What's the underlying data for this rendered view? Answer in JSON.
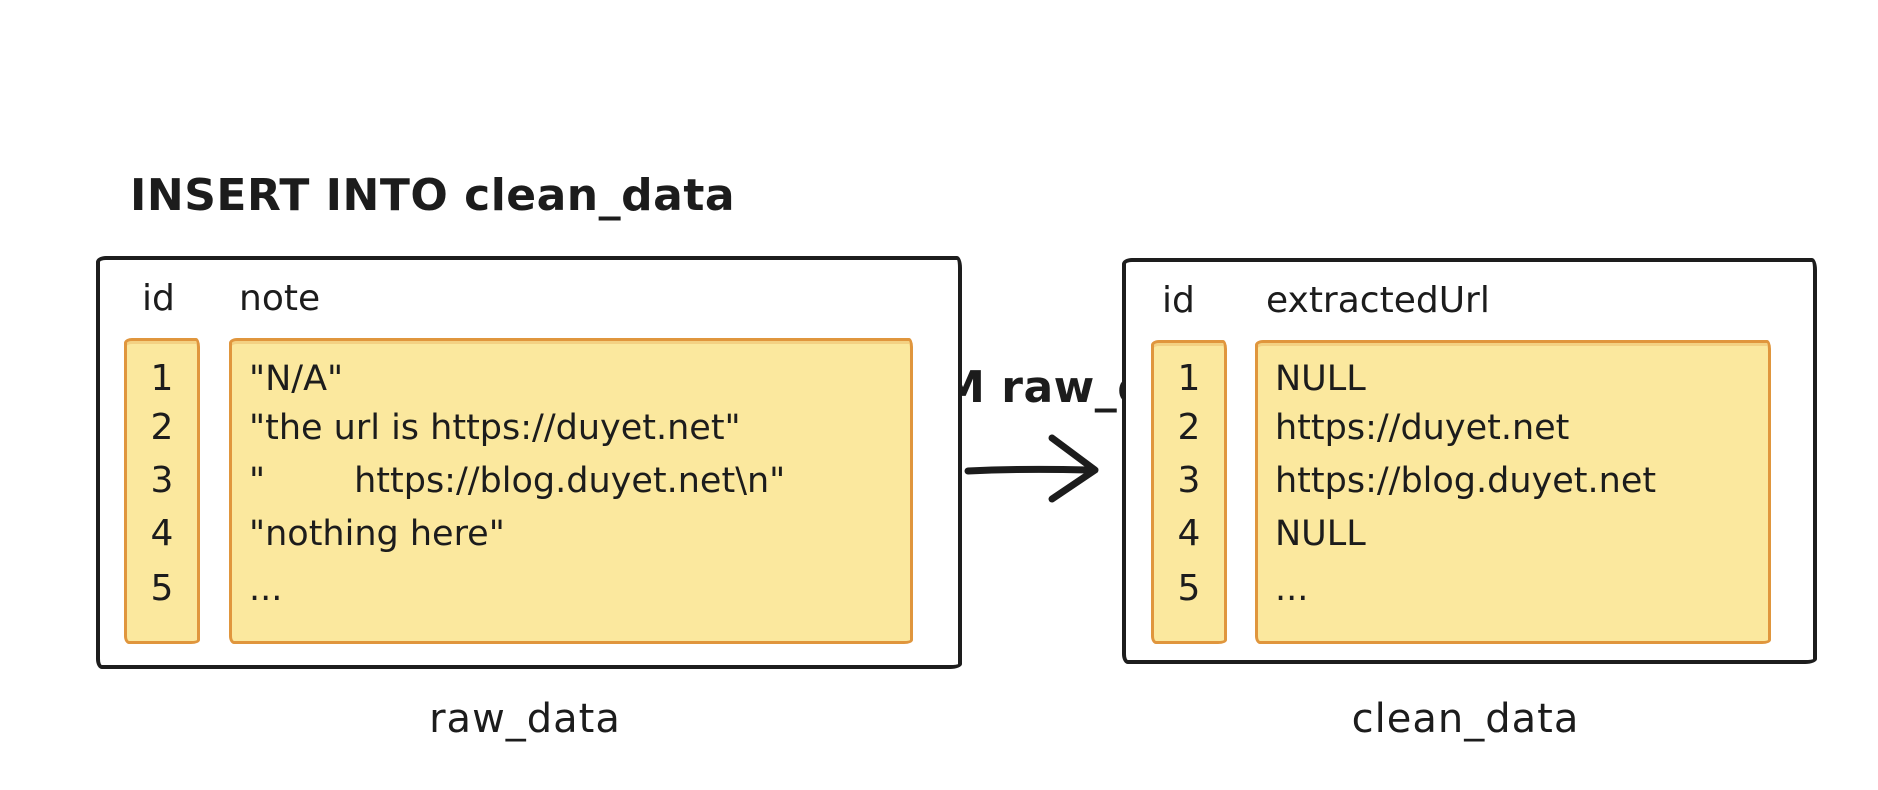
{
  "sql": {
    "line1": "INSERT INTO clean_data",
    "line2": "SELECT id, extractUrl(note) FROM raw_data"
  },
  "colors": {
    "ink": "#1c1c1c",
    "cell_fill": "#FBE89E",
    "cell_stroke": "#E0963D"
  },
  "arrow": {
    "icon": "right-arrow"
  },
  "tables": [
    {
      "name": "raw_data",
      "columns": [
        "id",
        "note"
      ],
      "rows": [
        {
          "id": "1",
          "value": "\"N/A\""
        },
        {
          "id": "2",
          "value": "\"the url is https://duyet.net\""
        },
        {
          "id": "3",
          "value": "\"        https://blog.duyet.net\\n\""
        },
        {
          "id": "4",
          "value": "\"nothing here\""
        },
        {
          "id": "5",
          "value": "..."
        }
      ]
    },
    {
      "name": "clean_data",
      "columns": [
        "id",
        "extractedUrl"
      ],
      "rows": [
        {
          "id": "1",
          "value": "NULL"
        },
        {
          "id": "2",
          "value": "https://duyet.net"
        },
        {
          "id": "3",
          "value": "https://blog.duyet.net"
        },
        {
          "id": "4",
          "value": "NULL"
        },
        {
          "id": "5",
          "value": "..."
        }
      ]
    }
  ]
}
